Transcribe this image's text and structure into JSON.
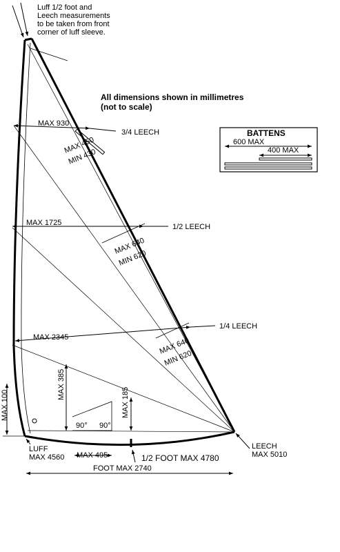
{
  "note": {
    "line1_pre": "Luff ",
    "line1_half": "1/2",
    "line1_post": " foot and",
    "line2": "Leech measurements",
    "line3": "to be taken from front",
    "line4": "corner of luff sleeve."
  },
  "dims_note": {
    "line1": "All dimensions shown in millimetres",
    "line2": "(not to scale)"
  },
  "battens": {
    "title": "BATTENS",
    "max600": "600 MAX",
    "max400": "400 MAX"
  },
  "leech_labels": {
    "three_quarter_frac": "3/4",
    "three_quarter": "LEECH",
    "half_frac": "1/2",
    "half": "LEECH",
    "quarter_frac": "1/4",
    "quarter": "LEECH"
  },
  "widths": {
    "w930": "MAX 930",
    "w1725": "MAX 1725",
    "w2345": "MAX 2345"
  },
  "battens_on_sail": {
    "top_max": "MAX 450",
    "top_min": "MIN 430",
    "mid_max": "MAX 640",
    "mid_min": "MIN 620",
    "low_max": "MAX 640",
    "low_min": "MIN 620"
  },
  "foot_area": {
    "max385": "MAX 385",
    "max185": "MAX 185",
    "max100": "MAX 100",
    "angle1": "90°",
    "angle2": "90°",
    "max495": "MAX 495",
    "half_foot_frac": "1/2",
    "half_foot": "FOOT MAX 4780",
    "foot": "FOOT MAX 2740"
  },
  "luff": {
    "label": "LUFF",
    "max": "MAX 4560"
  },
  "leech": {
    "label": "LEECH",
    "max": "MAX 5010"
  }
}
